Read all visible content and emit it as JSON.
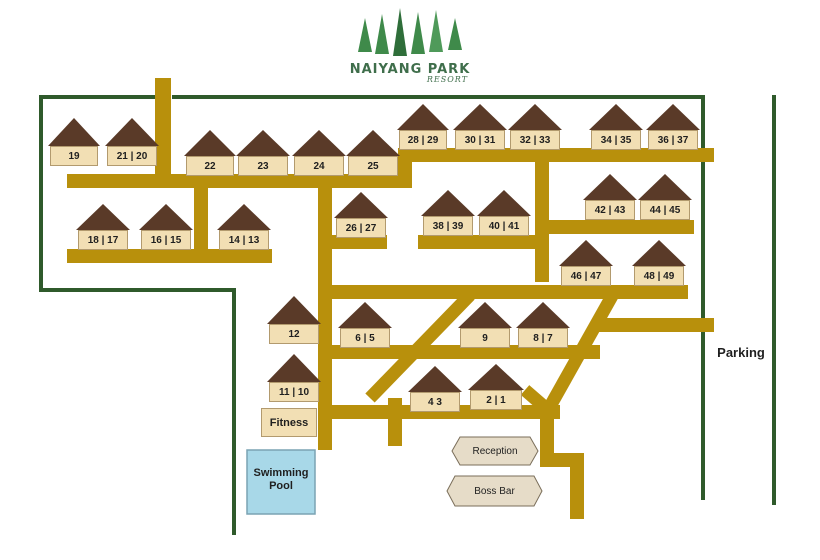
{
  "resort": {
    "name": "NAIYANG PARK",
    "subtitle": "RESORT"
  },
  "huts": [
    {
      "id": "19",
      "label": "19"
    },
    {
      "id": "21-20",
      "label": "21 | 20"
    },
    {
      "id": "22",
      "label": "22"
    },
    {
      "id": "23",
      "label": "23"
    },
    {
      "id": "24",
      "label": "24"
    },
    {
      "id": "25",
      "label": "25"
    },
    {
      "id": "28-29",
      "label": "28 | 29"
    },
    {
      "id": "30-31",
      "label": "30 | 31"
    },
    {
      "id": "32-33",
      "label": "32 | 33"
    },
    {
      "id": "34-35",
      "label": "34 | 35"
    },
    {
      "id": "36-37",
      "label": "36 | 37"
    },
    {
      "id": "18-17",
      "label": "18 | 17"
    },
    {
      "id": "16-15",
      "label": "16 | 15"
    },
    {
      "id": "14-13",
      "label": "14 | 13"
    },
    {
      "id": "26-27",
      "label": "26 | 27"
    },
    {
      "id": "38-39",
      "label": "38 | 39"
    },
    {
      "id": "40-41",
      "label": "40 | 41"
    },
    {
      "id": "42-43",
      "label": "42 | 43"
    },
    {
      "id": "44-45",
      "label": "44 | 45"
    },
    {
      "id": "46-47",
      "label": "46 | 47"
    },
    {
      "id": "48-49",
      "label": "48 | 49"
    },
    {
      "id": "12",
      "label": "12"
    },
    {
      "id": "6-5",
      "label": "6 | 5"
    },
    {
      "id": "9",
      "label": "9"
    },
    {
      "id": "8-7",
      "label": "8 | 7"
    },
    {
      "id": "11-10",
      "label": "11 | 10"
    },
    {
      "id": "4-3",
      "label": "4 3"
    },
    {
      "id": "2-1",
      "label": "2 | 1"
    }
  ],
  "facilities": {
    "fitness": "Fitness",
    "pool": "Swimming Pool",
    "reception": "Reception",
    "boss_bar": "Boss Bar",
    "parking": "Parking"
  },
  "colors": {
    "road": "#b8900c",
    "boundary": "#2f5a2b",
    "roof": "#5a3a28",
    "hut_body": "#f2dfb4",
    "pool": "#a8d8e8",
    "logo": "#3f6e4b"
  }
}
